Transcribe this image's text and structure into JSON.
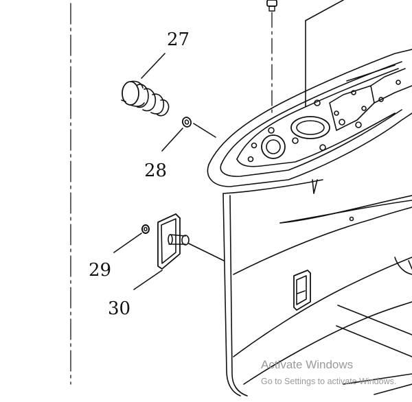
{
  "callouts": [
    {
      "id": "callout-27",
      "text": "27"
    },
    {
      "id": "callout-28",
      "text": "28"
    },
    {
      "id": "callout-29",
      "text": "29"
    },
    {
      "id": "callout-30",
      "text": "30"
    }
  ],
  "watermark": {
    "title": "Activate Windows",
    "subtitle": "Go to Settings to activate Windows."
  },
  "colors": {
    "line": "#111111",
    "watermark": "#9a9a9a",
    "background": "#ffffff"
  }
}
